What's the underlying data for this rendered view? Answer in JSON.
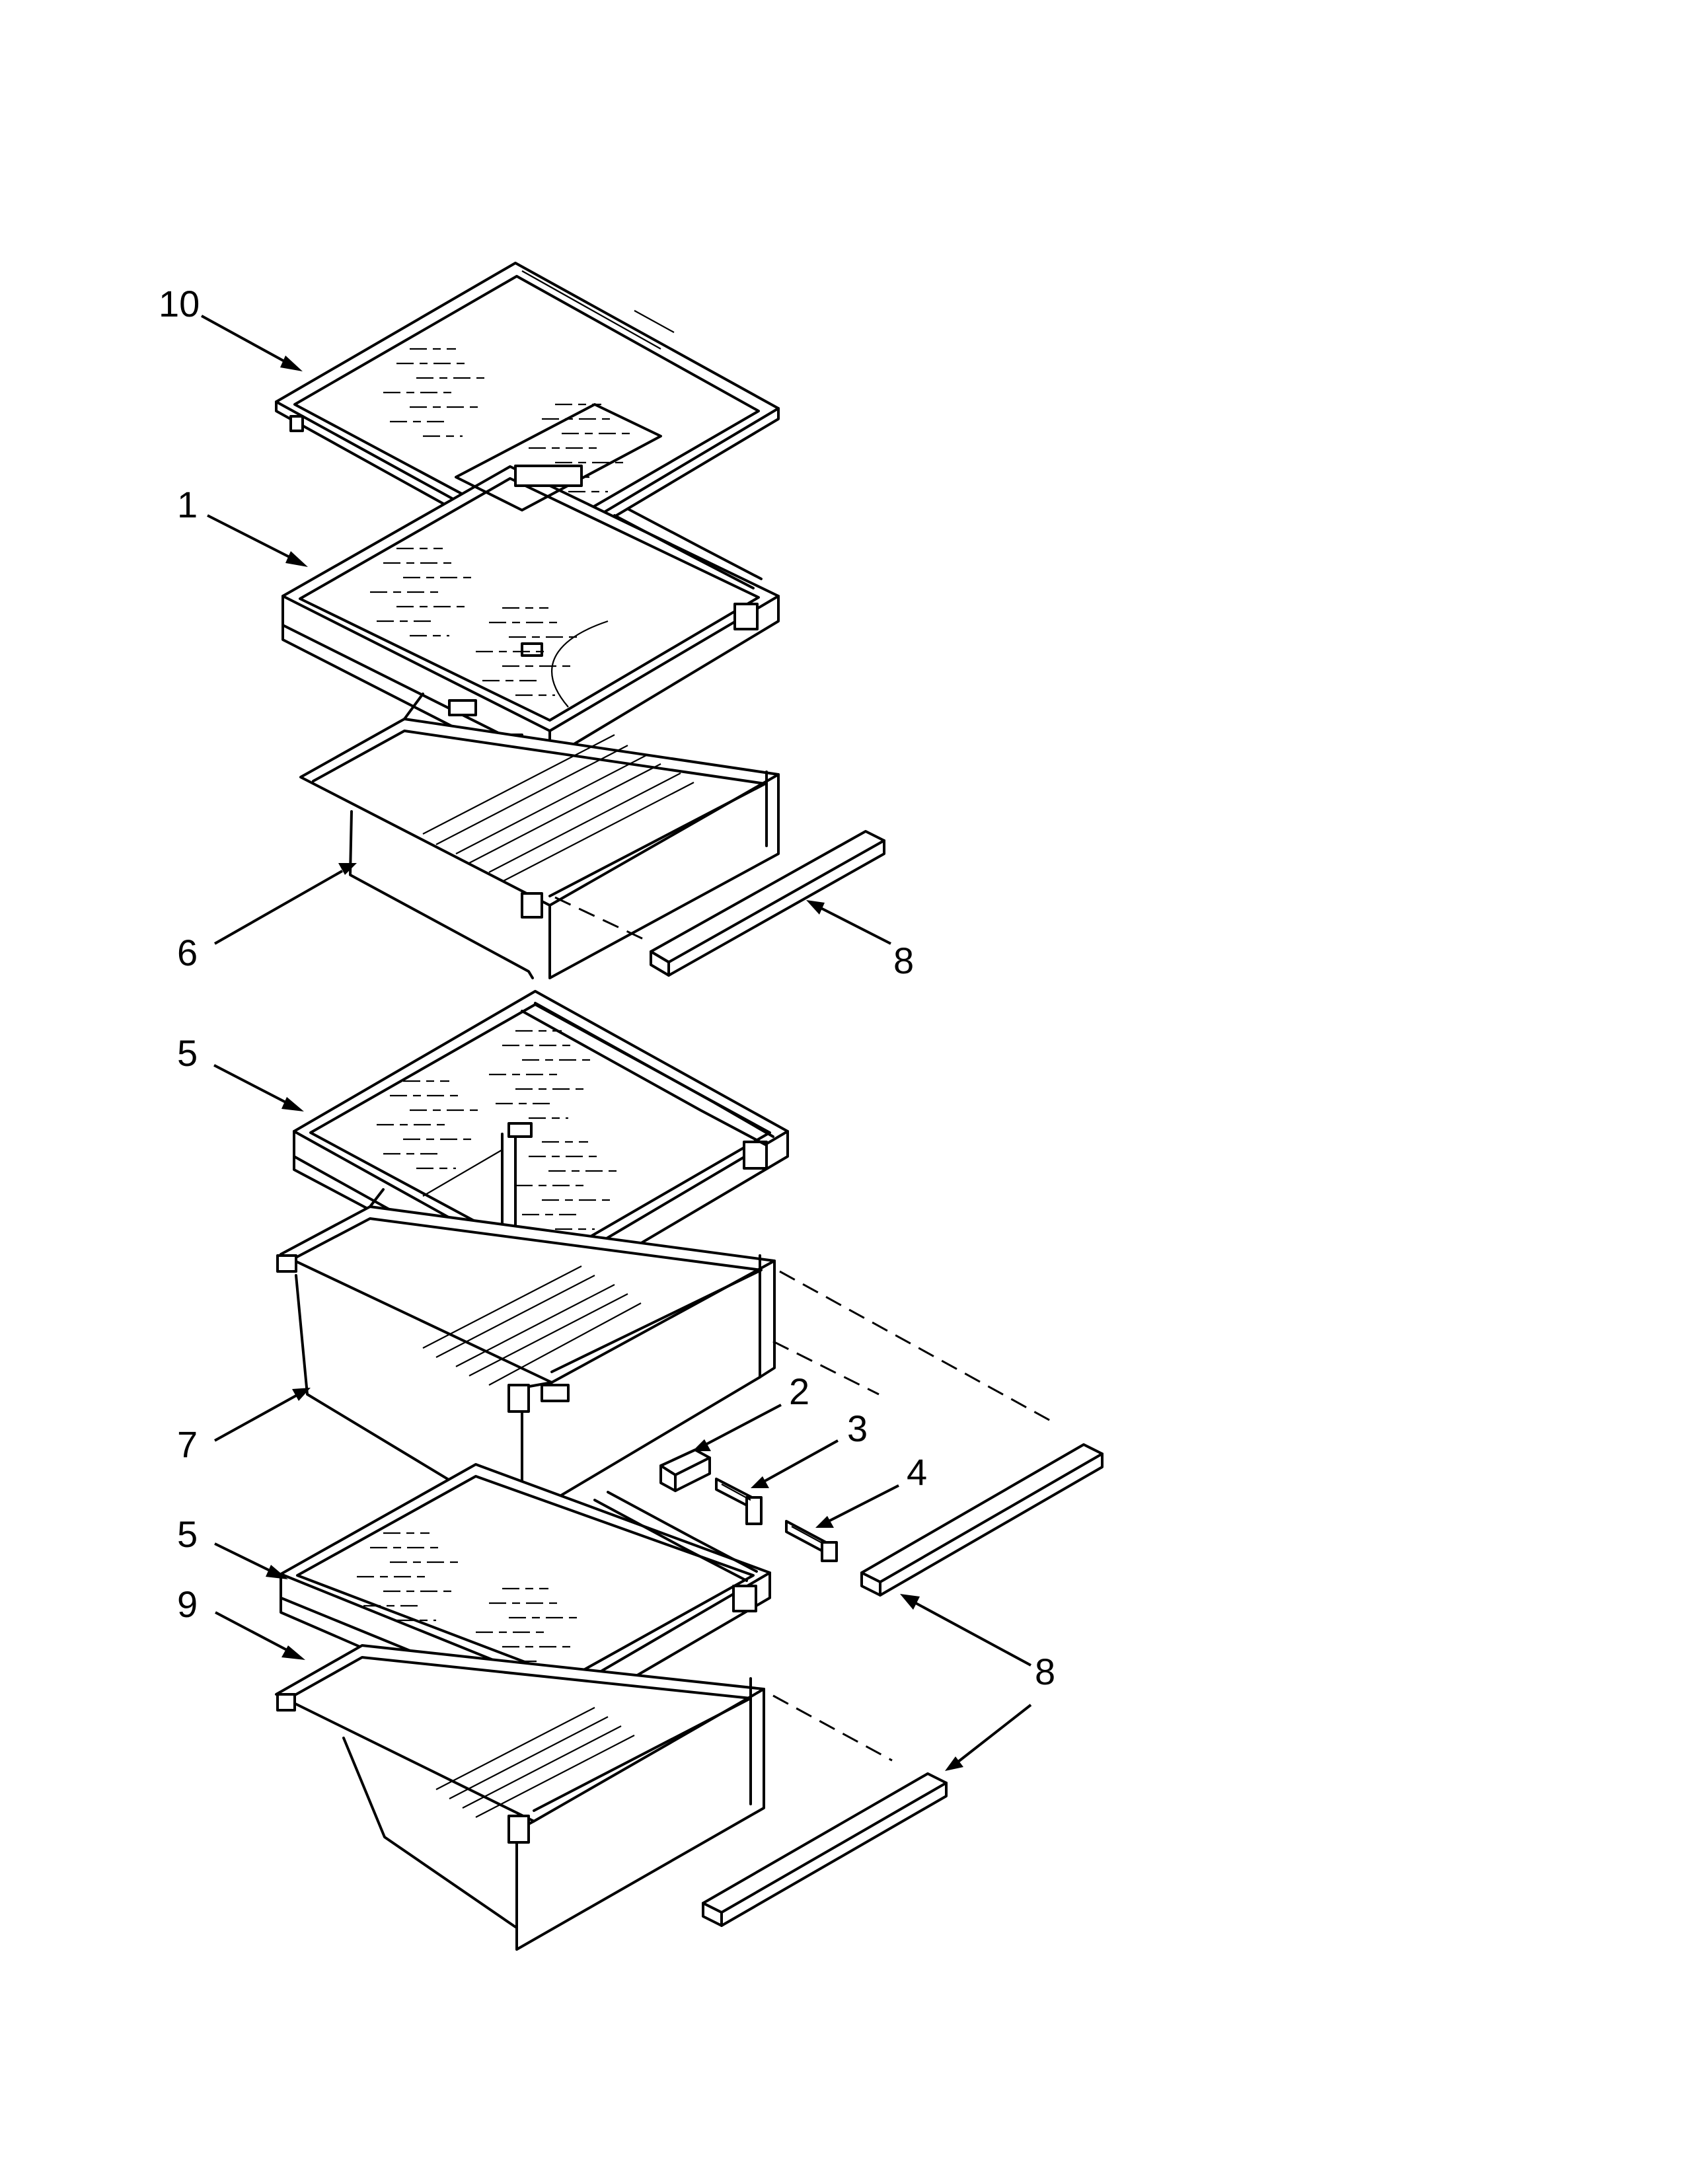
{
  "diagram": {
    "callouts": [
      {
        "id": "c10",
        "label": "10"
      },
      {
        "id": "c1",
        "label": "1"
      },
      {
        "id": "c6",
        "label": "6"
      },
      {
        "id": "c8a",
        "label": "8"
      },
      {
        "id": "c5a",
        "label": "5"
      },
      {
        "id": "c2",
        "label": "2"
      },
      {
        "id": "c3",
        "label": "3"
      },
      {
        "id": "c4",
        "label": "4"
      },
      {
        "id": "c7",
        "label": "7"
      },
      {
        "id": "c5b",
        "label": "5"
      },
      {
        "id": "c9",
        "label": "9"
      },
      {
        "id": "c8b",
        "label": "8"
      }
    ]
  }
}
